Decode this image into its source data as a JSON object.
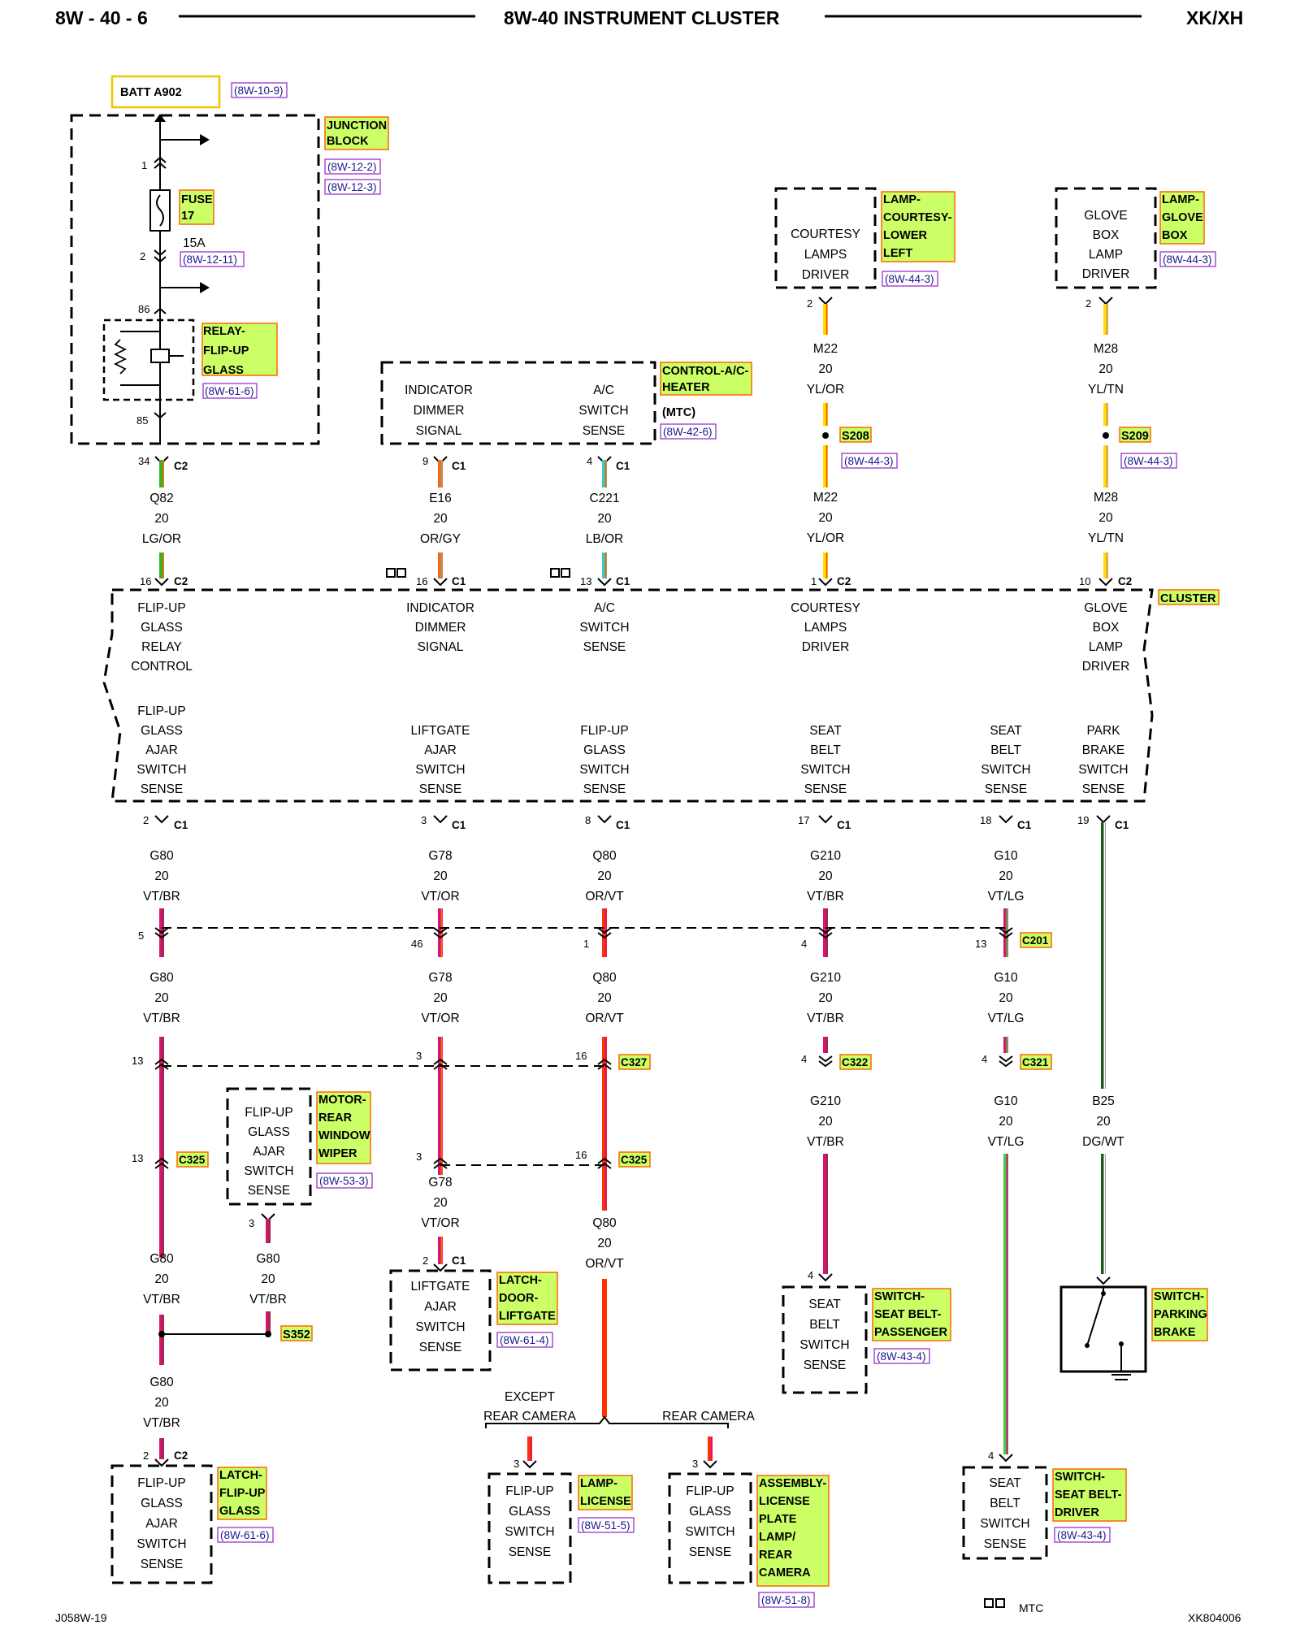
{
  "header": {
    "page_ref": "8W - 40 - 6",
    "title": "8W-40 INSTRUMENT CLUSTER",
    "model": "XK/XH"
  },
  "footer": {
    "left_code": "J058W-19",
    "right_code": "XK804006",
    "legend_label": "MTC"
  },
  "power": {
    "source": "BATT A902",
    "source_ref": "(8W-10-9)",
    "junction_block_label": [
      "JUNCTION",
      "BLOCK"
    ],
    "junction_block_refs": [
      "(8W-12-2)",
      "(8W-12-3)"
    ],
    "fuse_label": [
      "FUSE",
      "17"
    ],
    "fuse_rating": "15A",
    "fuse_ref": "(8W-12-11)",
    "relay_label": [
      "RELAY-",
      "FLIP-UP",
      "GLASS"
    ],
    "relay_ref": "(8W-61-6)",
    "pins": [
      "1",
      "2",
      "86",
      "85"
    ]
  },
  "hvac": {
    "module_label": [
      "CONTROL-A/C-",
      "HEATER"
    ],
    "module_note": "(MTC)",
    "module_ref": "(8W-42-6)",
    "left_text": [
      "INDICATOR",
      "DIMMER",
      "SIGNAL"
    ],
    "right_text": [
      "A/C",
      "SWITCH",
      "SENSE"
    ]
  },
  "courtesy": {
    "box_text": [
      "COURTESY",
      "LAMPS",
      "DRIVER"
    ],
    "label": [
      "LAMP-",
      "COURTESY-",
      "LOWER",
      "LEFT"
    ],
    "ref": "(8W-44-3)",
    "pin": "2",
    "splice": "S208",
    "splice_ref": "(8W-44-3)",
    "wire_upper": [
      "M22",
      "20",
      "YL/OR"
    ],
    "wire_lower": [
      "M22",
      "20",
      "YL/OR"
    ]
  },
  "glovebox": {
    "box_text": [
      "GLOVE",
      "BOX",
      "LAMP",
      "DRIVER"
    ],
    "label": [
      "LAMP-",
      "GLOVE",
      "BOX"
    ],
    "ref": "(8W-44-3)",
    "pin": "2",
    "splice": "S209",
    "splice_ref": "(8W-44-3)",
    "wire_upper": [
      "M28",
      "20",
      "YL/TN"
    ],
    "wire_lower": [
      "M28",
      "20",
      "YL/TN"
    ]
  },
  "top_wires": [
    {
      "pin_top": "34",
      "conn_top": "C2",
      "wire": [
        "Q82",
        "20",
        "LG/OR"
      ],
      "pin_bot": "16",
      "conn_bot": "C2",
      "color": "#22bb22",
      "stripe": "#ff6600"
    },
    {
      "pin_top": "9",
      "conn_top": "C1",
      "wire": [
        "E16",
        "20",
        "OR/GY"
      ],
      "pin_bot": "16",
      "conn_bot": "C1",
      "color": "#ff6600",
      "stripe": "#999999"
    },
    {
      "pin_top": "4",
      "conn_top": "C1",
      "wire": [
        "C221",
        "20",
        "LB/OR"
      ],
      "pin_bot": "13",
      "conn_bot": "C1",
      "color": "#33cccc",
      "stripe": "#ff6600"
    },
    {
      "pin_top": "2",
      "conn_top": "",
      "wire": [
        "",
        "",
        ""
      ],
      "pin_bot": "1",
      "conn_bot": "C2",
      "color": "#ffdd00",
      "stripe": "#ff6600"
    },
    {
      "pin_top": "2",
      "conn_top": "",
      "wire": [
        "",
        "",
        ""
      ],
      "pin_bot": "10",
      "conn_bot": "C2",
      "color": "#ffdd00",
      "stripe": "#cc9966"
    }
  ],
  "cluster": {
    "label": "CLUSTER",
    "top_text": [
      [
        "FLIP-UP",
        "GLASS",
        "RELAY",
        "CONTROL"
      ],
      [
        "INDICATOR",
        "DIMMER",
        "SIGNAL"
      ],
      [
        "A/C",
        "SWITCH",
        "SENSE"
      ],
      [
        "COURTESY",
        "LAMPS",
        "DRIVER"
      ],
      [
        "GLOVE",
        "BOX",
        "LAMP",
        "DRIVER"
      ]
    ],
    "bottom_text": [
      [
        "FLIP-UP",
        "GLASS",
        "AJAR",
        "SWITCH",
        "SENSE"
      ],
      [
        "LIFTGATE",
        "AJAR",
        "SWITCH",
        "SENSE"
      ],
      [
        "FLIP-UP",
        "GLASS",
        "SWITCH",
        "SENSE"
      ],
      [
        "SEAT",
        "BELT",
        "SWITCH",
        "SENSE"
      ],
      [
        "SEAT",
        "BELT",
        "SWITCH",
        "SENSE"
      ],
      [
        "PARK",
        "BRAKE",
        "SWITCH",
        "SENSE"
      ]
    ]
  },
  "bottom_pins": [
    {
      "pin": "2",
      "conn": "C1",
      "wire": [
        "G80",
        "20",
        "VT/BR"
      ]
    },
    {
      "pin": "3",
      "conn": "C1",
      "wire": [
        "G78",
        "20",
        "VT/OR"
      ]
    },
    {
      "pin": "8",
      "conn": "C1",
      "wire": [
        "Q80",
        "20",
        "OR/VT"
      ]
    },
    {
      "pin": "17",
      "conn": "C1",
      "wire": [
        "G210",
        "20",
        "VT/BR"
      ]
    },
    {
      "pin": "18",
      "conn": "C1",
      "wire": [
        "G10",
        "20",
        "VT/LG"
      ]
    },
    {
      "pin": "19",
      "conn": "C1",
      "wire": [
        "",
        "",
        ""
      ]
    }
  ],
  "c201": {
    "label": "C201",
    "pins": [
      "5",
      "46",
      "1",
      "4",
      "13"
    ],
    "wires_below": [
      [
        "G80",
        "20",
        "VT/BR"
      ],
      [
        "G78",
        "20",
        "VT/OR"
      ],
      [
        "Q80",
        "20",
        "OR/VT"
      ],
      [
        "G210",
        "20",
        "VT/BR"
      ],
      [
        "G10",
        "20",
        "VT/LG"
      ]
    ]
  },
  "c327": {
    "label": "C327",
    "pins": [
      "13",
      "3",
      "16"
    ]
  },
  "c322": {
    "label": "C322",
    "pin": "4",
    "wire": [
      "G210",
      "20",
      "VT/BR"
    ]
  },
  "c321": {
    "label": "C321",
    "pin": "4",
    "wire": [
      "G10",
      "20",
      "VT/LG"
    ]
  },
  "park_wire": [
    "B25",
    "20",
    "DG/WT"
  ],
  "c325": {
    "label": "C325",
    "pins": [
      "13",
      "3",
      "16"
    ]
  },
  "wiper": {
    "box_text": [
      "FLIP-UP",
      "GLASS",
      "AJAR",
      "SWITCH",
      "SENSE"
    ],
    "label": [
      "MOTOR-",
      "REAR",
      "WINDOW",
      "WIPER"
    ],
    "ref": "(8W-53-3)",
    "pin": "3",
    "wire": [
      "G80",
      "20",
      "VT/BR"
    ]
  },
  "g80_lower": [
    "G80",
    "20",
    "VT/BR"
  ],
  "g80_bottom": [
    "G80",
    "20",
    "VT/BR"
  ],
  "s352": "S352",
  "g78_lower": [
    "G78",
    "20",
    "VT/OR"
  ],
  "q80_lower": [
    "Q80",
    "20",
    "OR/VT"
  ],
  "liftgate": {
    "pin": "2",
    "conn": "C1",
    "box_text": [
      "LIFTGATE",
      "AJAR",
      "SWITCH",
      "SENSE"
    ],
    "label": [
      "LATCH-",
      "DOOR-",
      "LIFTGATE"
    ],
    "ref": "(8W-61-4)"
  },
  "camera_split": {
    "left": [
      "EXCEPT",
      "REAR CAMERA"
    ],
    "right": "REAR CAMERA"
  },
  "license_lamp": {
    "pin": "3",
    "box_text": [
      "FLIP-UP",
      "GLASS",
      "SWITCH",
      "SENSE"
    ],
    "label": [
      "LAMP-",
      "LICENSE"
    ],
    "ref": "(8W-51-5)"
  },
  "license_assembly": {
    "pin": "3",
    "box_text": [
      "FLIP-UP",
      "GLASS",
      "SWITCH",
      "SENSE"
    ],
    "label": [
      "ASSEMBLY-",
      "LICENSE",
      "PLATE",
      "LAMP/",
      "REAR",
      "CAMERA"
    ],
    "ref": "(8W-51-8)"
  },
  "flipup_latch": {
    "pin": "2",
    "conn": "C2",
    "box_text": [
      "FLIP-UP",
      "GLASS",
      "AJAR",
      "SWITCH",
      "SENSE"
    ],
    "label": [
      "LATCH-",
      "FLIP-UP",
      "GLASS"
    ],
    "ref": "(8W-61-6)"
  },
  "seatbelt_pass": {
    "pin": "4",
    "box_text": [
      "SEAT",
      "BELT",
      "SWITCH",
      "SENSE"
    ],
    "label": [
      "SWITCH-",
      "SEAT BELT-",
      "PASSENGER"
    ],
    "ref": "(8W-43-4)"
  },
  "seatbelt_driver": {
    "pin": "4",
    "box_text": [
      "SEAT",
      "BELT",
      "SWITCH",
      "SENSE"
    ],
    "label": [
      "SWITCH-",
      "SEAT BELT-",
      "DRIVER"
    ],
    "ref": "(8W-43-4)"
  },
  "parkbrake": {
    "label": [
      "SWITCH-",
      "PARKING",
      "BRAKE"
    ]
  },
  "colors": {
    "vt": "#dd1177",
    "vt_stripe": "#883333",
    "or": "#ff3300",
    "lg": "#44cc44",
    "dg": "#1f5a1f",
    "highlight": "#ccff66",
    "highlight_border": "#ff6600",
    "ref_border": "#9933cc"
  }
}
